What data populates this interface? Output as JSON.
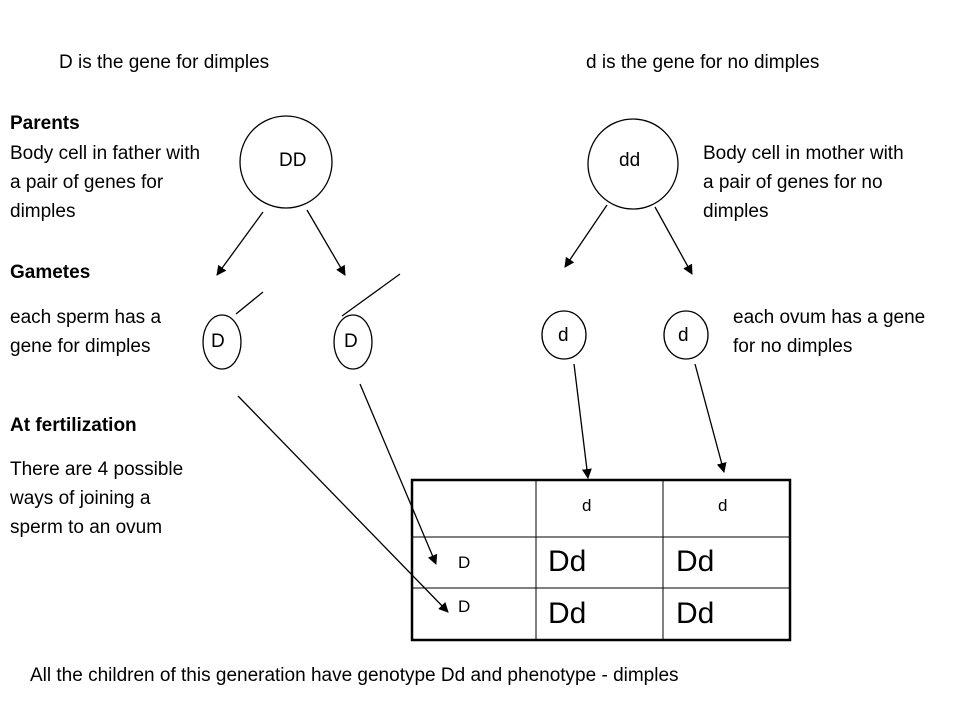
{
  "header": {
    "dominant": "D is the gene for dimples",
    "recessive": "d is the gene for no dimples"
  },
  "sections": {
    "parents": "Parents",
    "father_desc": "Body cell in father with a pair of genes for dimples",
    "mother_desc": "Body cell in mother with a pair of genes for no dimples",
    "gametes": "Gametes",
    "sperm_desc": "each sperm has a gene for dimples",
    "ovum_desc": "each ovum has a gene for no dimples",
    "fertilization": "At fertilization",
    "fertilization_desc": "There are 4 possible ways of joining a sperm to an ovum"
  },
  "cells": {
    "father": "DD",
    "mother": "dd",
    "sperm": [
      "D",
      "D"
    ],
    "ova": [
      "d",
      "d"
    ]
  },
  "punnett": {
    "col_headers": [
      "d",
      "d"
    ],
    "row_headers": [
      "D",
      "D"
    ],
    "cells": [
      [
        "Dd",
        "Dd"
      ],
      [
        "Dd",
        "Dd"
      ]
    ]
  },
  "footer": "All the children of this generation have genotype Dd and phenotype - dimples"
}
